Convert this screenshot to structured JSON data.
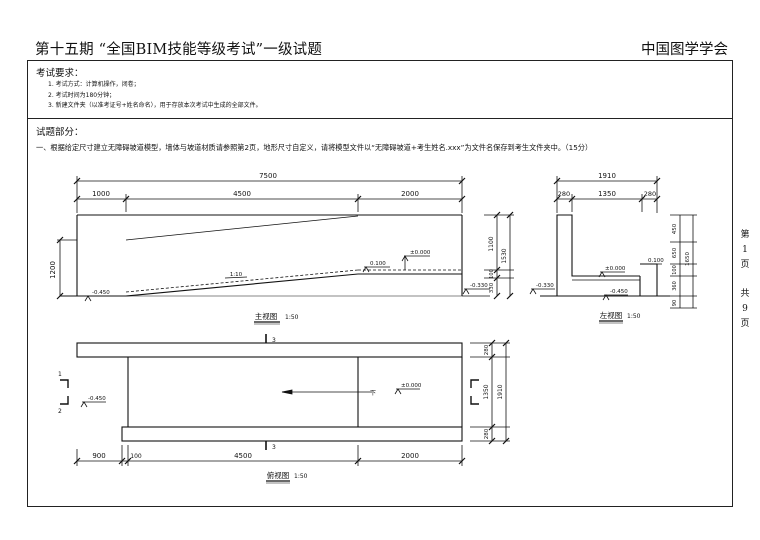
{
  "header": {
    "title": "第十五期 “全国BIM技能等级考试”一级试题",
    "org": "中国图学学会"
  },
  "requirements": {
    "title": "考试要求：",
    "items": [
      "1. 考试方式：计算机操作，闭卷；",
      "2. 考试时间为180分钟；",
      "3. 新建文件夹（以准考证号+姓名命名），用于存放本次考试中生成的全部文件。"
    ]
  },
  "questions": {
    "title": "试题部分：",
    "q1": "一、根据给定尺寸建立无障碍坡道模型，墙体与坡道材质请参照第2页，地形尺寸自定义，请将模型文件以“无障碍坡道+考生姓名.xxx”为文件名保存到考生文件夹中。（15分）"
  },
  "page_info": {
    "page_label_1": "第",
    "page_num": "1",
    "page_label_2": "页",
    "total_label_1": "共",
    "total_num": "9",
    "total_label_2": "页"
  },
  "drawing": {
    "front": {
      "title": "主视图",
      "scale": "1:50",
      "dim_total": "7500",
      "dim_a": "1000",
      "dim_b": "4500",
      "dim_c": "2000",
      "dim_height": "1200",
      "dim_right_1": "1100",
      "dim_right_2": "1530",
      "dim_right_3": "100",
      "dim_right_4": "330",
      "slope": "1:10",
      "elev_top": "±0.000",
      "elev_mid": "0.100",
      "elev_left": "-0.450",
      "elev_right": "-0.330"
    },
    "side": {
      "title": "左视图",
      "scale": "1:50",
      "dim_total": "1910",
      "dim_a": "280",
      "dim_b": "1350",
      "dim_c": "280",
      "dim_r1": "450",
      "dim_r2": "1650",
      "dim_r3": "650",
      "dim_r4": "100",
      "dim_r5": "360",
      "dim_r6": "90",
      "elev_zero": "±0.000",
      "elev_a": "0.100",
      "elev_b": "-0.450",
      "elev_c": "-0.330"
    },
    "plan": {
      "title": "俯视图",
      "scale": "1:50",
      "dim_a": "900",
      "dim_b": "100",
      "dim_c": "4500",
      "dim_d": "2000",
      "dim_r1": "280",
      "dim_r2": "1350",
      "dim_r3": "1910",
      "dim_r4": "280",
      "elev_left": "-0.450",
      "elev_zero": "±0.000",
      "section_3": "3",
      "section_1": "1",
      "section_2": "2",
      "arrow_label": "下"
    }
  }
}
